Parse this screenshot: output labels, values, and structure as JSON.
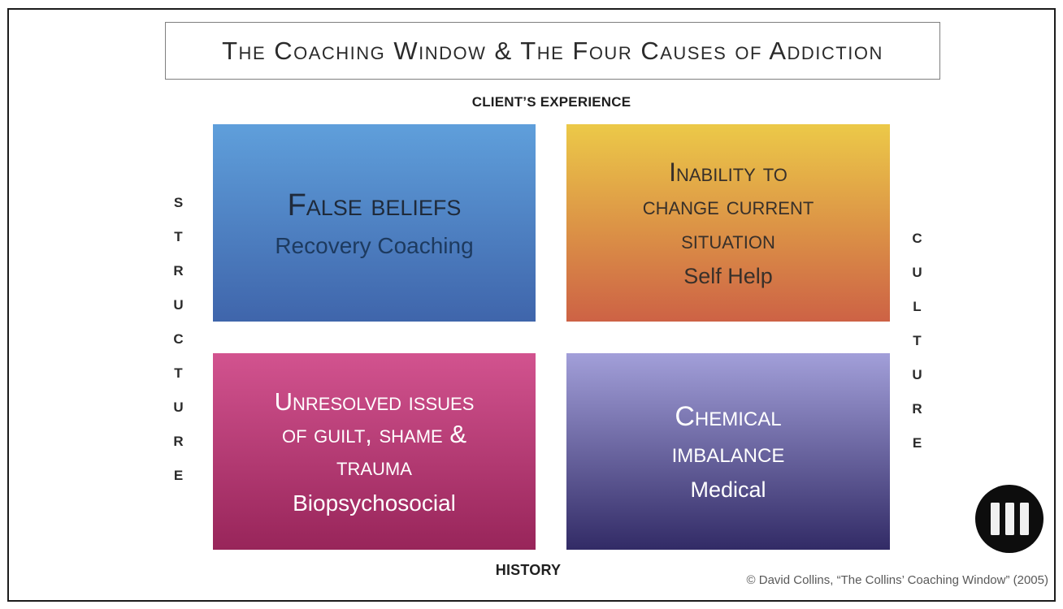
{
  "title": "The Coaching Window & The Four Causes of Addiction",
  "axes": {
    "top": "CLIENT’S EXPERIENCE",
    "bottom": "HISTORY",
    "left": "STRUCTURE",
    "right": "CULTURE"
  },
  "quadrants": {
    "top_left": {
      "heading": "False beliefs",
      "subheading": "Recovery Coaching",
      "gradient_top": "#5f9fdb",
      "gradient_bottom": "#3f65ab",
      "text_color": "#1f2a3a"
    },
    "top_right": {
      "heading": "Inability to\nchange current\nsituation",
      "subheading": "Self Help",
      "gradient_top": "#ecc948",
      "gradient_bottom": "#cd6245",
      "text_color": "#38302a"
    },
    "bottom_left": {
      "heading": "Unresolved issues\nof guilt, shame &\ntrauma",
      "subheading": "Biopsychosocial",
      "gradient_top": "#d2538f",
      "gradient_bottom": "#98255a",
      "text_color": "#ffffff"
    },
    "bottom_right": {
      "heading": "Chemical\nimbalance",
      "subheading": "Medical",
      "gradient_top": "#a29fd9",
      "gradient_bottom": "#322b66",
      "text_color": "#ffffff"
    }
  },
  "footer": {
    "copyright": "© David Collins, “The Collins’ Coaching Window” (2005)"
  },
  "logo": {
    "name": "three-vertical-bars-logo",
    "background": "#0d0d0d",
    "bar_color": "#f0f0f0",
    "bar_count": 3
  }
}
